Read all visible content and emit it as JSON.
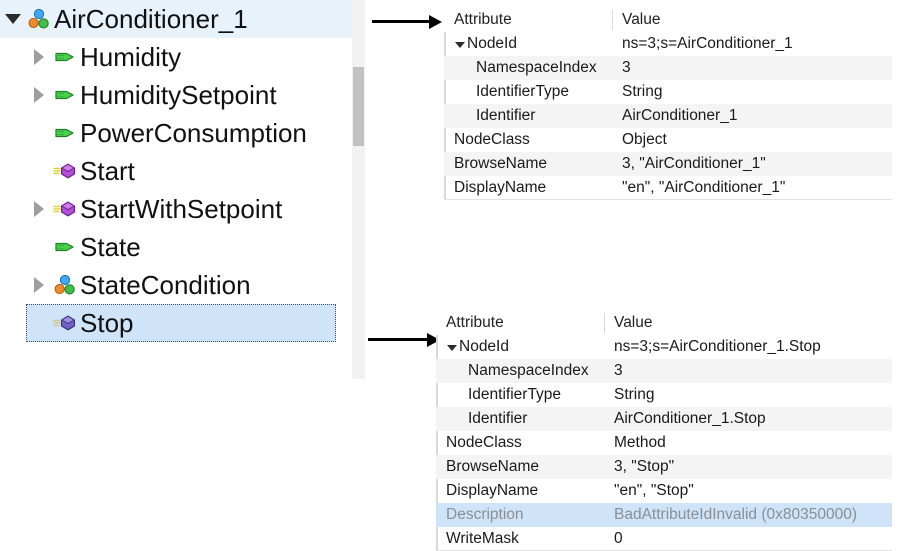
{
  "tree": {
    "items": [
      {
        "label": "AirConditioner_1",
        "icon": "object-icon",
        "expander": "expanded",
        "depth": 0,
        "state": "soft-selected"
      },
      {
        "label": "Humidity",
        "icon": "variable-icon",
        "expander": "collapsed",
        "depth": 1,
        "state": "normal"
      },
      {
        "label": "HumiditySetpoint",
        "icon": "variable-icon",
        "expander": "collapsed",
        "depth": 1,
        "state": "normal"
      },
      {
        "label": "PowerConsumption",
        "icon": "variable-icon",
        "expander": "none",
        "depth": 1,
        "state": "normal"
      },
      {
        "label": "Start",
        "icon": "method-icon",
        "expander": "none",
        "depth": 1,
        "state": "normal"
      },
      {
        "label": "StartWithSetpoint",
        "icon": "method-icon",
        "expander": "collapsed",
        "depth": 1,
        "state": "normal"
      },
      {
        "label": "State",
        "icon": "variable-icon",
        "expander": "none",
        "depth": 1,
        "state": "normal"
      },
      {
        "label": "StateCondition",
        "icon": "object-icon",
        "expander": "collapsed",
        "depth": 1,
        "state": "normal"
      },
      {
        "label": "Stop",
        "icon": "method-icon-selected",
        "expander": "none",
        "depth": 1,
        "state": "selected"
      }
    ],
    "scrollbar": {
      "present": true
    }
  },
  "arrows": [
    {
      "name": "arrow-to-top-table"
    },
    {
      "name": "arrow-to-bottom-table"
    }
  ],
  "top_table": {
    "headers": {
      "attribute": "Attribute",
      "value": "Value"
    },
    "rows": [
      {
        "name": "NodeId",
        "value": "ns=3;s=AirConditioner_1",
        "indent": 0,
        "twisty": "expanded",
        "stripe": "white",
        "highlight": false
      },
      {
        "name": "NamespaceIndex",
        "value": "3",
        "indent": 1,
        "twisty": "none",
        "stripe": "alt",
        "highlight": false
      },
      {
        "name": "IdentifierType",
        "value": "String",
        "indent": 1,
        "twisty": "none",
        "stripe": "white",
        "highlight": false
      },
      {
        "name": "Identifier",
        "value": "AirConditioner_1",
        "indent": 1,
        "twisty": "none",
        "stripe": "alt",
        "highlight": false
      },
      {
        "name": "NodeClass",
        "value": "Object",
        "indent": 0,
        "twisty": "none",
        "stripe": "white",
        "highlight": false
      },
      {
        "name": "BrowseName",
        "value": "3, \"AirConditioner_1\"",
        "indent": 0,
        "twisty": "none",
        "stripe": "alt",
        "highlight": false
      },
      {
        "name": "DisplayName",
        "value": "\"en\", \"AirConditioner_1\"",
        "indent": 0,
        "twisty": "none",
        "stripe": "white",
        "highlight": false
      }
    ]
  },
  "bottom_table": {
    "headers": {
      "attribute": "Attribute",
      "value": "Value"
    },
    "rows": [
      {
        "name": "NodeId",
        "value": "ns=3;s=AirConditioner_1.Stop",
        "indent": 0,
        "twisty": "expanded",
        "stripe": "white",
        "highlight": false
      },
      {
        "name": "NamespaceIndex",
        "value": "3",
        "indent": 1,
        "twisty": "none",
        "stripe": "alt",
        "highlight": false
      },
      {
        "name": "IdentifierType",
        "value": "String",
        "indent": 1,
        "twisty": "none",
        "stripe": "white",
        "highlight": false
      },
      {
        "name": "Identifier",
        "value": "AirConditioner_1.Stop",
        "indent": 1,
        "twisty": "none",
        "stripe": "alt",
        "highlight": false
      },
      {
        "name": "NodeClass",
        "value": "Method",
        "indent": 0,
        "twisty": "none",
        "stripe": "white",
        "highlight": false
      },
      {
        "name": "BrowseName",
        "value": "3, \"Stop\"",
        "indent": 0,
        "twisty": "none",
        "stripe": "alt",
        "highlight": false
      },
      {
        "name": "DisplayName",
        "value": "\"en\", \"Stop\"",
        "indent": 0,
        "twisty": "none",
        "stripe": "white",
        "highlight": false
      },
      {
        "name": "Description",
        "value": "BadAttributeIdInvalid (0x80350000)",
        "indent": 0,
        "twisty": "none",
        "stripe": "white",
        "highlight": true
      },
      {
        "name": "WriteMask",
        "value": "0",
        "indent": 0,
        "twisty": "none",
        "stripe": "white",
        "highlight": false
      }
    ]
  },
  "colors": {
    "selection_strong": "#cfe4f8",
    "selection_soft": "#e8f2fb",
    "row_stripe": "#f4f4f4",
    "disabled_text": "#8a8f96",
    "scrollbar_thumb": "#c2c2c2"
  }
}
